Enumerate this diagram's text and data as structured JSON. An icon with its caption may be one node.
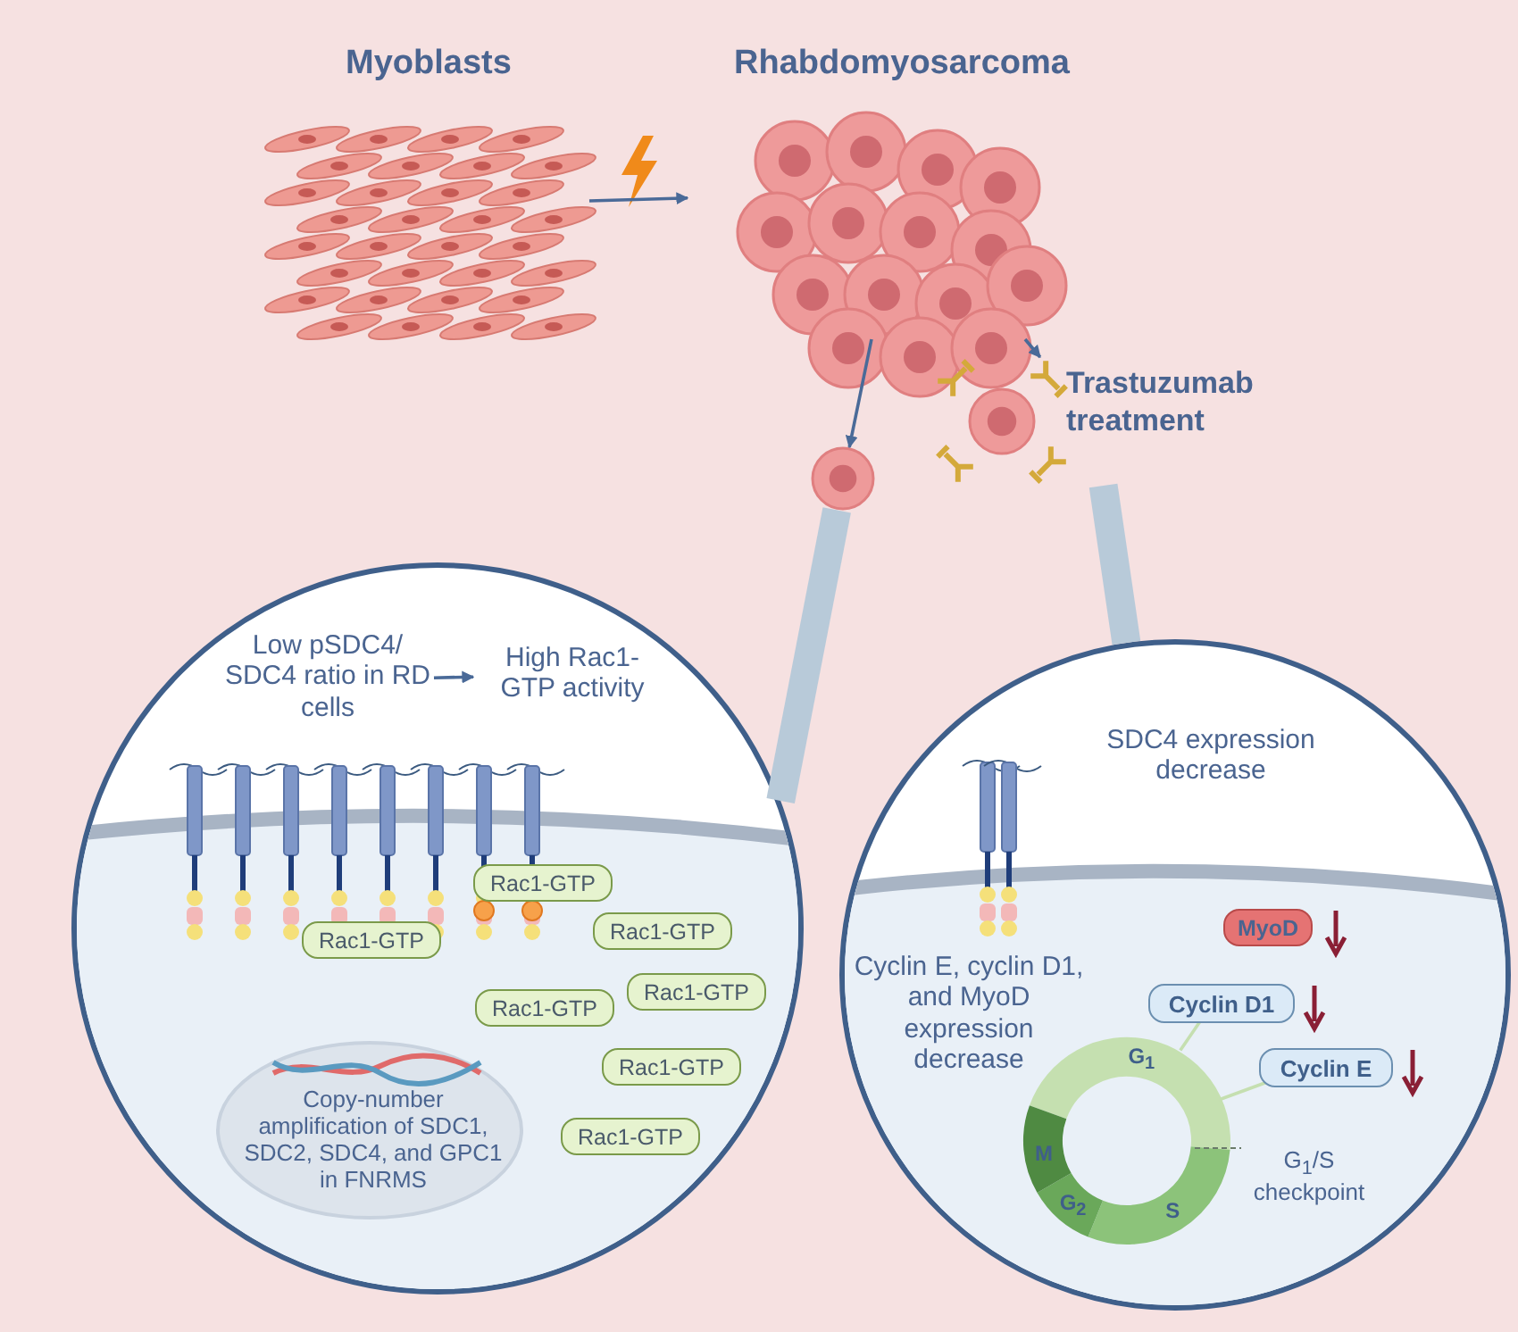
{
  "diagram": {
    "nodes": [
      {
        "text": [
          "Myoblasts"
        ]
      },
      {
        "text": [
          "Rhabdomyosarcoma"
        ]
      },
      {
        "text": [],
        "shape": "circle"
      },
      {
        "text": [
          "Trastuzumab treatment"
        ]
      },
      {
        "text": [],
        "shape": "circle"
      },
      {
        "text": [
          "Low pSDC4/ SDC4 ratio in RD cells"
        ],
        "in": 4
      },
      {
        "text": [
          "High Rac1- GTP activity"
        ],
        "in": 4
      },
      {
        "text": [
          "Rac1-GTP"
        ],
        "in": 4
      },
      {
        "text": [
          "Rac1-GTP"
        ],
        "in": 4
      },
      {
        "text": [
          "Rac1-GTP"
        ],
        "in": 4
      },
      {
        "text": [
          "Rac1-GTP"
        ],
        "in": 4
      },
      {
        "text": [
          "Rac1-GTP"
        ],
        "in": 4
      },
      {
        "text": [
          "Rac1-GTP"
        ],
        "in": 4
      },
      {
        "text": [
          "Rac1-GTP"
        ],
        "in": 4
      },
      {
        "text": [
          "Copy-number amplification of SDC1, SDC2, SDC4, and GPC1 in FNRMS"
        ],
        "in": 4
      },
      {
        "text": [],
        "shape": "circle"
      },
      {
        "text": [
          "MyoD"
        ],
        "in": 15
      },
      {
        "text": [
          "Cyclin D1"
        ],
        "in": 15
      },
      {
        "text": [
          "Cyclin E"
        ],
        "in": 15
      },
      {
        "text": [
          "G$_{1}$",
          "S",
          "G$_{2}$",
          "M"
        ],
        "beside": [
          "G$_{1}$/S checkpoint"
        ],
        "in": 15
      }
    ],
    "edges": [
      {
        "from": 0,
        "to": 1,
        "arrow": "to"
      },
      {
        "from": 1,
        "to": 2,
        "arrow": "to"
      },
      {
        "from": 1,
        "to": 3,
        "arrow": "to"
      },
      {
        "from": 2,
        "to": 4,
        "arrow": "none",
        "style": "thick",
        "color": "#b8cad9"
      },
      {
        "from": 3,
        "to": 15,
        "arrow": "none",
        "style": "thick",
        "color": "#b8cad9"
      },
      {
        "from": 5,
        "to": 6,
        "arrow": "to"
      },
      {
        "from": 17,
        "to": 19,
        "arrow": "none",
        "color": "#c5dfb0"
      },
      {
        "from": 18,
        "to": 19,
        "arrow": "none",
        "color": "#c5dfb0"
      }
    ],
    "labels": [
      "SDC4 expression decrease",
      "Cyclin E, cyclin D1, and MyoD expression decrease"
    ]
  }
}
